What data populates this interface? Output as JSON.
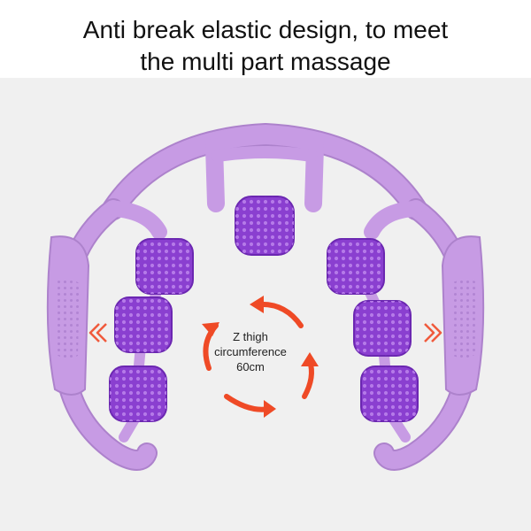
{
  "headline": {
    "line1": "Anti break elastic design, to meet",
    "line2": "the multi part massage"
  },
  "rotation_label": {
    "line1": "Z thigh",
    "line2": "circumference",
    "line3": "60cm"
  },
  "colors": {
    "background_panel": "#efefef",
    "frame": "#c79be4",
    "frame_shadow": "#ad82cc",
    "roller": "#8a3fd0",
    "roller_dark": "#6b27b1",
    "arrow": "#ef4a26",
    "chevron": "#f05a3c"
  },
  "icons": [
    "rotation-arrows-icon",
    "chevron-left-icon",
    "chevron-right-icon"
  ]
}
